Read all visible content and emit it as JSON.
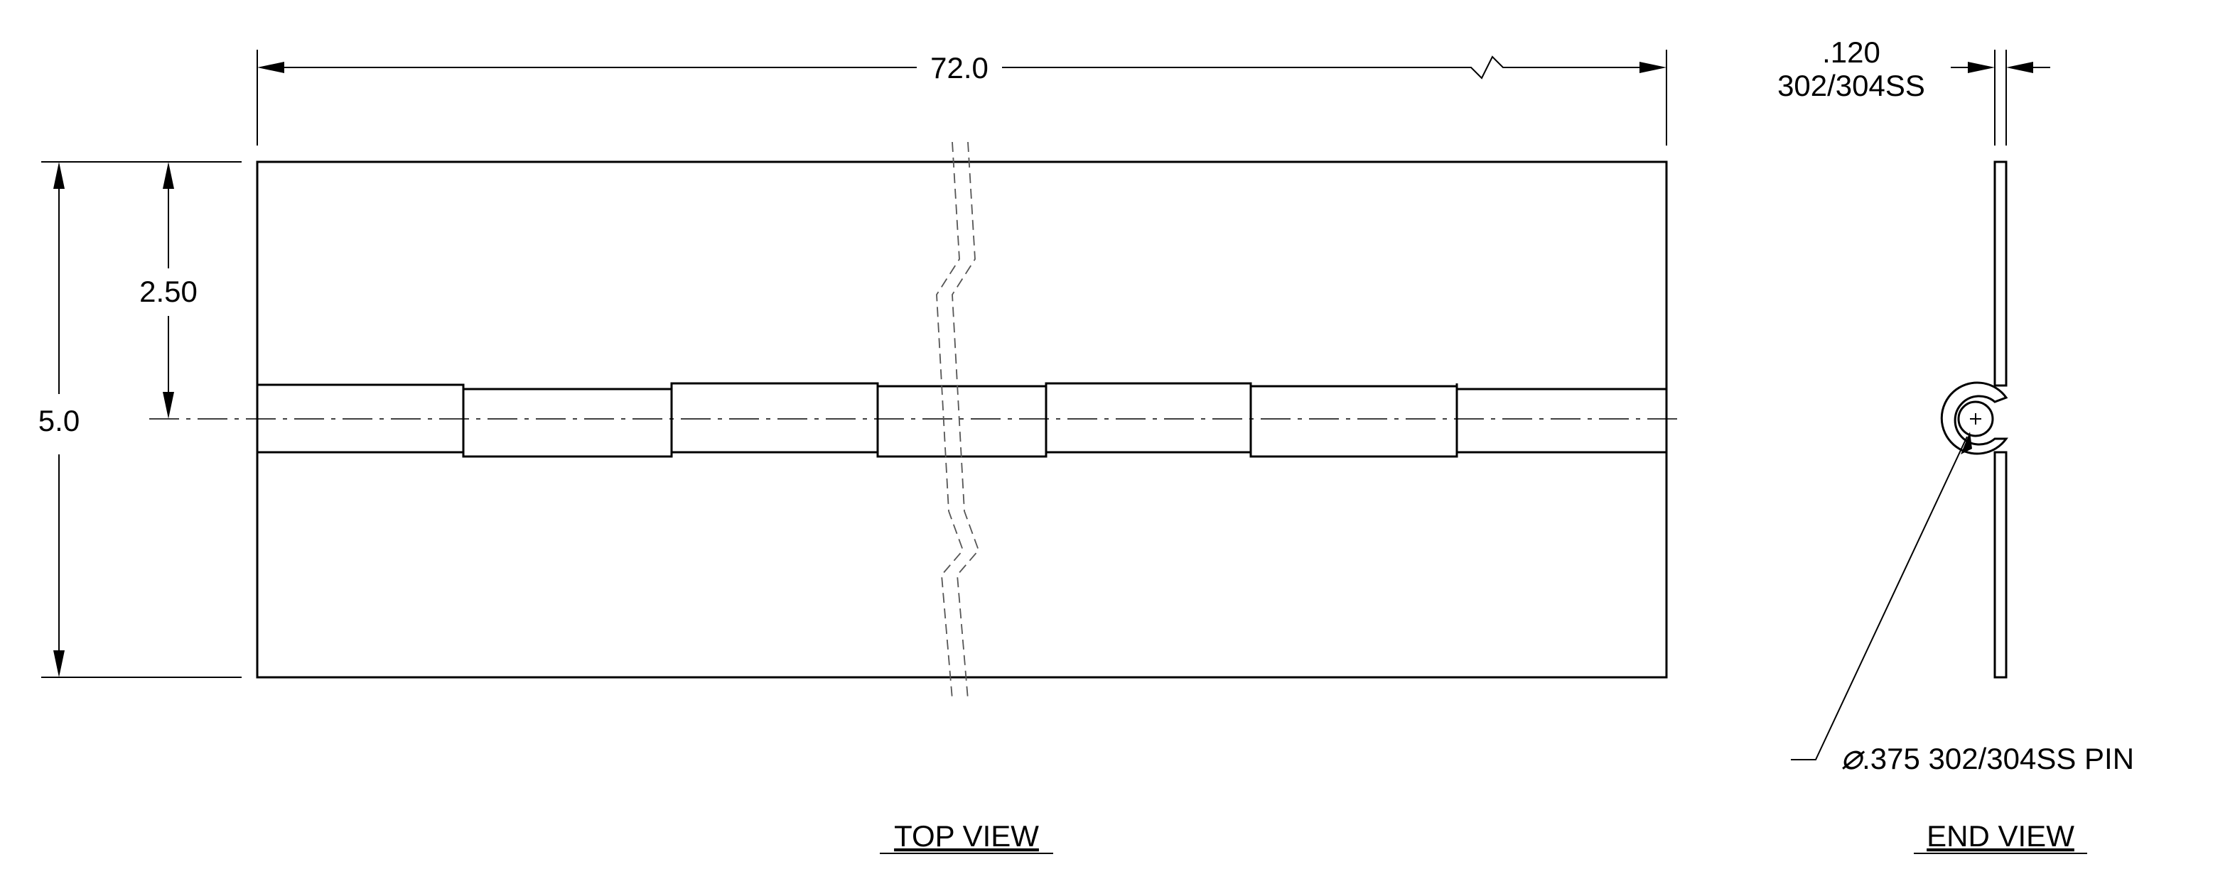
{
  "top_view": {
    "title": "TOP VIEW",
    "dim_length": "72.0",
    "dim_width": "5.0",
    "dim_half_width": "2.50"
  },
  "end_view": {
    "title": "END VIEW",
    "thickness": ".120",
    "thickness_material": "302/304SS",
    "pin_diameter_symbol": "⌀",
    "pin_callout": ".375 302/304SS PIN"
  }
}
